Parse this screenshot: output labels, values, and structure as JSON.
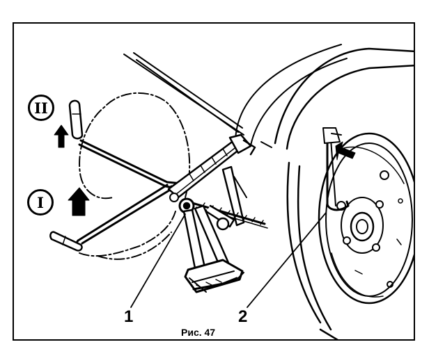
{
  "figure": {
    "position_labels": {
      "upper": "II",
      "lower": "I"
    },
    "callouts": {
      "jack": "1",
      "wheel_key": "2"
    },
    "caption": "Рис. 47"
  }
}
